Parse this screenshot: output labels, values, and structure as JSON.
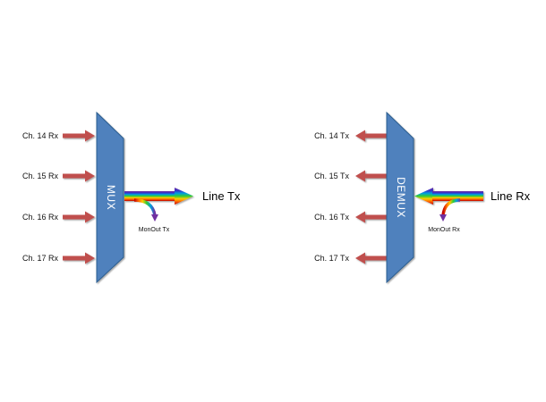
{
  "mux": {
    "label": "MUX",
    "inputs": [
      "Ch. 14 Rx",
      "Ch. 15 Rx",
      "Ch. 16 Rx",
      "Ch. 17 Rx"
    ],
    "line_label": "Line Tx",
    "monitor_label": "MonOut Tx"
  },
  "demux": {
    "label": "DEMUX",
    "outputs": [
      "Ch. 14 Tx",
      "Ch. 15 Tx",
      "Ch. 16 Tx",
      "Ch. 17 Tx"
    ],
    "line_label": "Line Rx",
    "monitor_label": "MonOut Rx"
  },
  "colors": {
    "block_fill": "#4f81bd",
    "block_stroke": "#2c5d8f",
    "channel_arrow": "#c0504d",
    "spectrum": [
      "#c00000",
      "#ff6600",
      "#ffcc00",
      "#33cc33",
      "#00a0e0",
      "#3333cc",
      "#7030a0"
    ]
  }
}
